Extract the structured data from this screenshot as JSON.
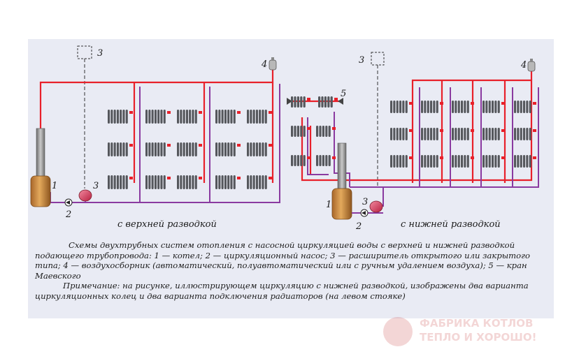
{
  "labels": {
    "boiler": "1",
    "pump": "2",
    "expansion_tank": "3",
    "air_vent": "4",
    "mayevsky_valve": "5"
  },
  "subtitles": {
    "top": "с верхней разводкой",
    "bottom": "с нижней разводкой"
  },
  "caption": {
    "main": "Схемы двухтрубных систем отопления с насосной циркуляцией воды с верхней и нижней разводкой подающего трубопровода: 1 — котел; 2 — циркуляционный насос; 3 — расширитель открытого или закрытого типа; 4 — воздухосборник (автоматический, полуавтоматический или с ручным удалением воздуха); 5 — кран Маевского",
    "note": "Примечание: на рисунке, иллюстрирующем циркуляцию с нижней разводкой, изображены два варианта циркуляционных колец и два варианта подключения радиаторов (на левом стояке)"
  },
  "watermark": {
    "line1": "ФАБРИКА КОТЛОВ",
    "line2": "ТЕПЛО И ХОРОШО!"
  },
  "colors": {
    "supply": "#e8202a",
    "return": "#8a3aa0",
    "radiator": "#55575c",
    "boiler": "#c98a3a",
    "pump": "#d84060"
  }
}
